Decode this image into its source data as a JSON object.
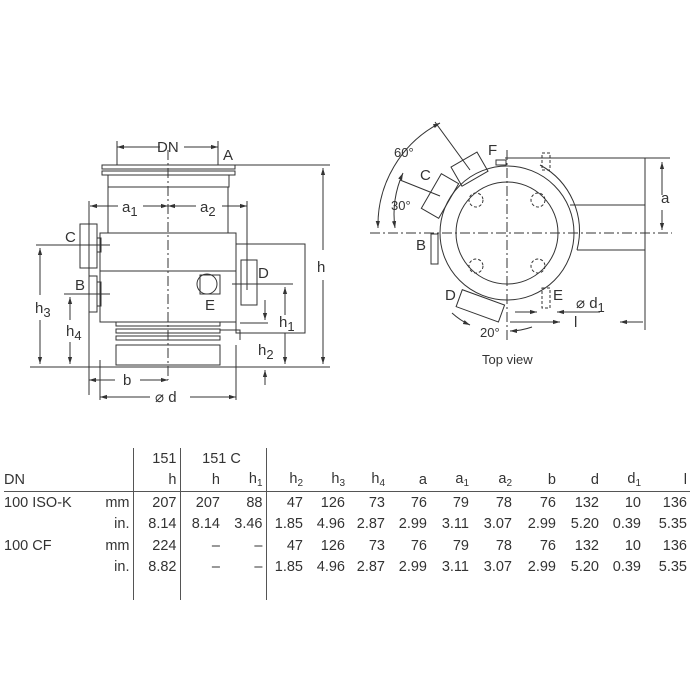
{
  "drawing": {
    "side_view": {
      "labels": {
        "DN": "DN",
        "A": "A",
        "C": "C",
        "B": "B",
        "D": "D",
        "E": "E",
        "h": "h",
        "h1": "h",
        "h1_sub": "1",
        "h2": "h",
        "h2_sub": "2",
        "h3": "h",
        "h3_sub": "3",
        "h4": "h",
        "h4_sub": "4",
        "a1": "a",
        "a1_sub": "1",
        "a2": "a",
        "a2_sub": "2",
        "b": "b",
        "d": "⌀ d"
      }
    },
    "top_view": {
      "caption": "Top view",
      "labels": {
        "F": "F",
        "C": "C",
        "B": "B",
        "D": "D",
        "E": "E",
        "a": "a",
        "d1": "⌀ d",
        "d1_sub": "1",
        "l": "l",
        "angle60": "60°",
        "angle30": "30°",
        "angle20": "20°"
      }
    }
  },
  "table": {
    "group_headers": {
      "151": "151",
      "151C": "151 C"
    },
    "columns": [
      {
        "main": "DN",
        "sub": ""
      },
      {
        "main": "h",
        "sub": ""
      },
      {
        "main": "h",
        "sub": ""
      },
      {
        "main": "h",
        "sub": "1"
      },
      {
        "main": "h",
        "sub": "2"
      },
      {
        "main": "h",
        "sub": "3"
      },
      {
        "main": "h",
        "sub": "4"
      },
      {
        "main": "a",
        "sub": ""
      },
      {
        "main": "a",
        "sub": "1"
      },
      {
        "main": "a",
        "sub": "2"
      },
      {
        "main": "b",
        "sub": ""
      },
      {
        "main": "d",
        "sub": ""
      },
      {
        "main": "d",
        "sub": "1"
      },
      {
        "main": "l",
        "sub": ""
      }
    ],
    "rows": [
      {
        "dn": "100 ISO-K",
        "unit": "mm",
        "values": [
          "207",
          "207",
          "88",
          "47",
          "126",
          "73",
          "76",
          "79",
          "78",
          "76",
          "132",
          "10",
          "136"
        ]
      },
      {
        "dn": "",
        "unit": "in.",
        "values": [
          "8.14",
          "8.14",
          "3.46",
          "1.85",
          "4.96",
          "2.87",
          "2.99",
          "3.11",
          "3.07",
          "2.99",
          "5.20",
          "0.39",
          "5.35"
        ]
      },
      {
        "dn": "100 CF",
        "unit": "mm",
        "values": [
          "224",
          "–",
          "–",
          "47",
          "126",
          "73",
          "76",
          "79",
          "78",
          "76",
          "132",
          "10",
          "136"
        ]
      },
      {
        "dn": "",
        "unit": "in.",
        "values": [
          "8.82",
          "–",
          "–",
          "1.85",
          "4.96",
          "2.87",
          "2.99",
          "3.11",
          "3.07",
          "2.99",
          "5.20",
          "0.39",
          "5.35"
        ]
      }
    ]
  }
}
